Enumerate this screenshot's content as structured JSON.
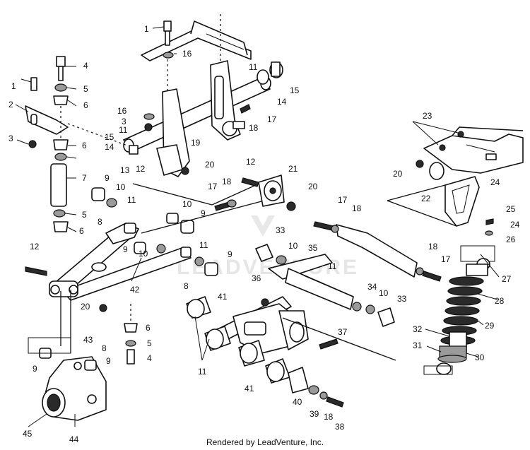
{
  "footer": {
    "credit": "Rendered by LeadVenture, Inc."
  },
  "watermark": {
    "text": "LEADVENTURE"
  },
  "callouts": [
    {
      "id": "c1",
      "label": "1"
    },
    {
      "id": "c2",
      "label": "1"
    },
    {
      "id": "c3",
      "label": "2"
    },
    {
      "id": "c4",
      "label": "3"
    },
    {
      "id": "c5",
      "label": "3"
    },
    {
      "id": "c6",
      "label": "4"
    },
    {
      "id": "c7",
      "label": "4"
    },
    {
      "id": "c8",
      "label": "5"
    },
    {
      "id": "c9",
      "label": "5"
    },
    {
      "id": "c10",
      "label": "5"
    },
    {
      "id": "c11",
      "label": "6"
    },
    {
      "id": "c12",
      "label": "6"
    },
    {
      "id": "c13",
      "label": "6"
    },
    {
      "id": "c14",
      "label": "6"
    },
    {
      "id": "c15",
      "label": "7"
    },
    {
      "id": "c16",
      "label": "8"
    },
    {
      "id": "c17",
      "label": "8"
    },
    {
      "id": "c18",
      "label": "8"
    },
    {
      "id": "c19",
      "label": "9"
    },
    {
      "id": "c20",
      "label": "9"
    },
    {
      "id": "c21",
      "label": "9"
    },
    {
      "id": "c22",
      "label": "9"
    },
    {
      "id": "c23",
      "label": "9"
    },
    {
      "id": "c24",
      "label": "9"
    },
    {
      "id": "c25",
      "label": "10"
    },
    {
      "id": "c26",
      "label": "10"
    },
    {
      "id": "c27",
      "label": "10"
    },
    {
      "id": "c28",
      "label": "10"
    },
    {
      "id": "c29",
      "label": "10"
    },
    {
      "id": "c30",
      "label": "11"
    },
    {
      "id": "c31",
      "label": "11"
    },
    {
      "id": "c32",
      "label": "11"
    },
    {
      "id": "c33",
      "label": "11"
    },
    {
      "id": "c34",
      "label": "11"
    },
    {
      "id": "c35",
      "label": "11"
    },
    {
      "id": "c36",
      "label": "12"
    },
    {
      "id": "c37",
      "label": "12"
    },
    {
      "id": "c38",
      "label": "12"
    },
    {
      "id": "c39",
      "label": "13"
    },
    {
      "id": "c40",
      "label": "14"
    },
    {
      "id": "c41",
      "label": "14"
    },
    {
      "id": "c42",
      "label": "15"
    },
    {
      "id": "c43",
      "label": "15"
    },
    {
      "id": "c44",
      "label": "16"
    },
    {
      "id": "c45",
      "label": "16"
    },
    {
      "id": "c46",
      "label": "17"
    },
    {
      "id": "c47",
      "label": "17"
    },
    {
      "id": "c48",
      "label": "17"
    },
    {
      "id": "c49",
      "label": "17"
    },
    {
      "id": "c50",
      "label": "18"
    },
    {
      "id": "c51",
      "label": "18"
    },
    {
      "id": "c52",
      "label": "18"
    },
    {
      "id": "c53",
      "label": "18"
    },
    {
      "id": "c54",
      "label": "18"
    },
    {
      "id": "c55",
      "label": "19"
    },
    {
      "id": "c56",
      "label": "20"
    },
    {
      "id": "c57",
      "label": "20"
    },
    {
      "id": "c58",
      "label": "20"
    },
    {
      "id": "c59",
      "label": "20"
    },
    {
      "id": "c60",
      "label": "21"
    },
    {
      "id": "c61",
      "label": "22"
    },
    {
      "id": "c62",
      "label": "23"
    },
    {
      "id": "c63",
      "label": "24"
    },
    {
      "id": "c64",
      "label": "24"
    },
    {
      "id": "c65",
      "label": "25"
    },
    {
      "id": "c66",
      "label": "26"
    },
    {
      "id": "c67",
      "label": "27"
    },
    {
      "id": "c68",
      "label": "28"
    },
    {
      "id": "c69",
      "label": "29"
    },
    {
      "id": "c70",
      "label": "30"
    },
    {
      "id": "c71",
      "label": "31"
    },
    {
      "id": "c72",
      "label": "32"
    },
    {
      "id": "c73",
      "label": "33"
    },
    {
      "id": "c74",
      "label": "33"
    },
    {
      "id": "c75",
      "label": "34"
    },
    {
      "id": "c76",
      "label": "35"
    },
    {
      "id": "c77",
      "label": "36"
    },
    {
      "id": "c78",
      "label": "37"
    },
    {
      "id": "c79",
      "label": "38"
    },
    {
      "id": "c80",
      "label": "39"
    },
    {
      "id": "c81",
      "label": "40"
    },
    {
      "id": "c82",
      "label": "41"
    },
    {
      "id": "c83",
      "label": "41"
    },
    {
      "id": "c84",
      "label": "42"
    },
    {
      "id": "c85",
      "label": "43"
    },
    {
      "id": "c86",
      "label": "44"
    },
    {
      "id": "c87",
      "label": "45"
    }
  ]
}
